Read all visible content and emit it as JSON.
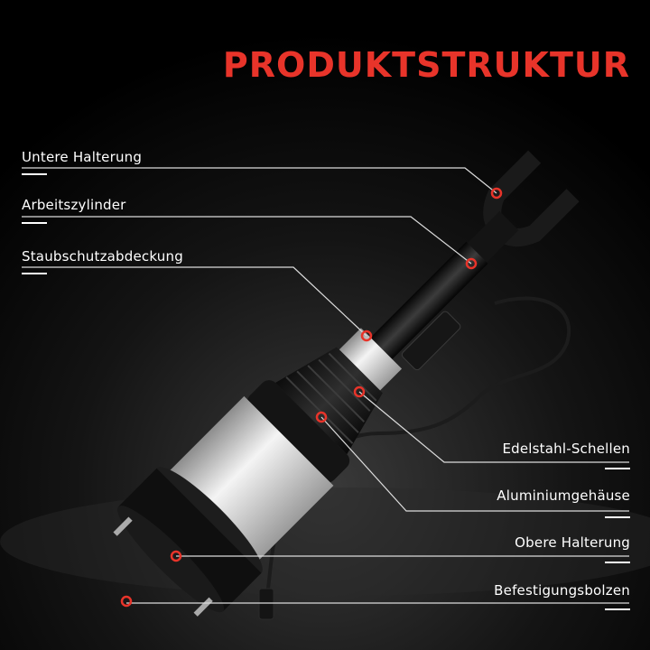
{
  "title": "PRODUKTSTRUKTUR",
  "labels_left": [
    "Untere Halterung",
    "Arbeitszylinder",
    "Staubschutzabdeckung"
  ],
  "labels_right": [
    "Edelstahl-Schellen",
    "Aluminiumgehäuse",
    "Obere Halterung",
    "Befestigungsbolzen"
  ],
  "colors": {
    "accent": "#e8342a",
    "background": "#000000",
    "text": "#ffffff"
  }
}
